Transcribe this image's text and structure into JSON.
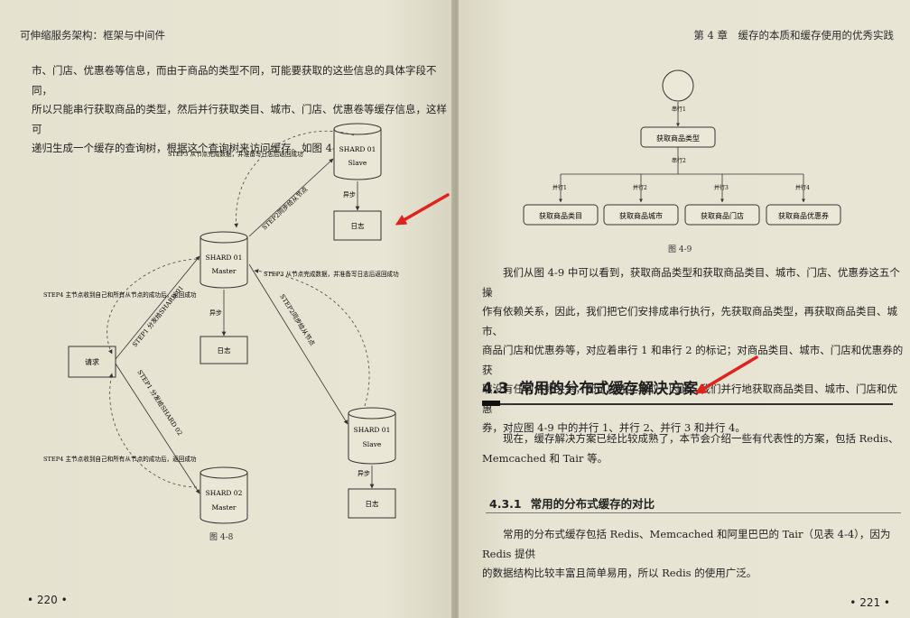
{
  "left_page": {
    "header": "可伸缩服务架构：框架与中间件",
    "paragraph_lines": [
      "市、门店、优惠卷等信息，而由于商品的类型不同，可能要获取的这些信息的具体字段不同，",
      "所以只能串行获取商品的类型，然后并行获取类目、城市、门店、优惠卷等缓存信息，这样可",
      "递归生成一个缓存的查询树，根据这个查询树来访问缓存。如图 4-9 所示。"
    ],
    "figure": {
      "caption": "图 4-8",
      "request": "请求",
      "shard01_master": [
        "SHARD 01",
        "Master"
      ],
      "shard01_slave_top": [
        "SHARD 01",
        "Slave"
      ],
      "shard01_slave_bottom": [
        "SHARD 01",
        "Slave"
      ],
      "shard02_master": [
        "SHARD 02",
        "Master"
      ],
      "log": "日志",
      "async": "异步",
      "step1_to_shard01": "STEP1 分发给SHARD 01",
      "step1_to_shard02": "STEP1 分发给SHARD 02",
      "step2_top": "STEP2同步给从节点",
      "step2_bottom": "STEP2同步给从节点",
      "step3_top": "STEP3 从节点完成数据，并准备写日志后返回成功",
      "step3_mid": "STEP3 从节点完成数据，并准备写日志后返回成功",
      "step4_top": "STEP4 主节点收到自己和所有从节点的成功后，返回成功",
      "step4_bottom": "STEP4 主节点收到自己和所有从节点的成功后，返回成功"
    },
    "page_number": "• 220 •"
  },
  "right_page": {
    "header": "第 4 章　缓存的本质和缓存使用的优秀实践",
    "figure": {
      "caption": "图 4-9",
      "serial1": "串行1",
      "serial2": "串行2",
      "get_type": "获取商品类型",
      "parallel_labels": [
        "并行1",
        "并行2",
        "并行3",
        "并行4"
      ],
      "leaves": [
        "获取商品类目",
        "获取商品城市",
        "获取商品门店",
        "获取商品优惠券"
      ]
    },
    "paragraph1_lines": [
      "我们从图 4-9 中可以看到，获取商品类型和获取商品类目、城市、门店、优惠券这五个操",
      "作有依赖关系，因此，我们把它们安排成串行执行，先获取商品类型，再获取商品类目、城市、",
      "商品门店和优惠券等，对应着串行 1 和串行 2 的标记；对商品类目、城市、门店和优惠券的获",
      "取没有任何依赖关系，都可以独立获取，因此，我们并行地获取商品类目、城市、门店和优惠",
      "券，对应图 4-9 中的并行 1、并行 2、并行 3 和并行 4。"
    ],
    "section": {
      "num": "4.3",
      "title": "常用的分布式缓存解决方案"
    },
    "paragraph2_lines": [
      "现在，缓存解决方案已经比较成熟了，本节会介绍一些有代表性的方案，包括 Redis、",
      "Memcached 和 Tair 等。"
    ],
    "subsection": {
      "num": "4.3.1",
      "title": "常用的分布式缓存的对比"
    },
    "paragraph3_lines": [
      "常用的分布式缓存包括 Redis、Memcached 和阿里巴巴的 Tair（见表 4-4），因为 Redis 提供",
      "的数据结构比较丰富且简单易用，所以 Redis 的使用广泛。"
    ],
    "page_number": "• 221 •"
  },
  "colors": {
    "annotation_arrow": "#e0231c",
    "paper": "#e7e3d1",
    "ink": "#1d1d1d"
  }
}
